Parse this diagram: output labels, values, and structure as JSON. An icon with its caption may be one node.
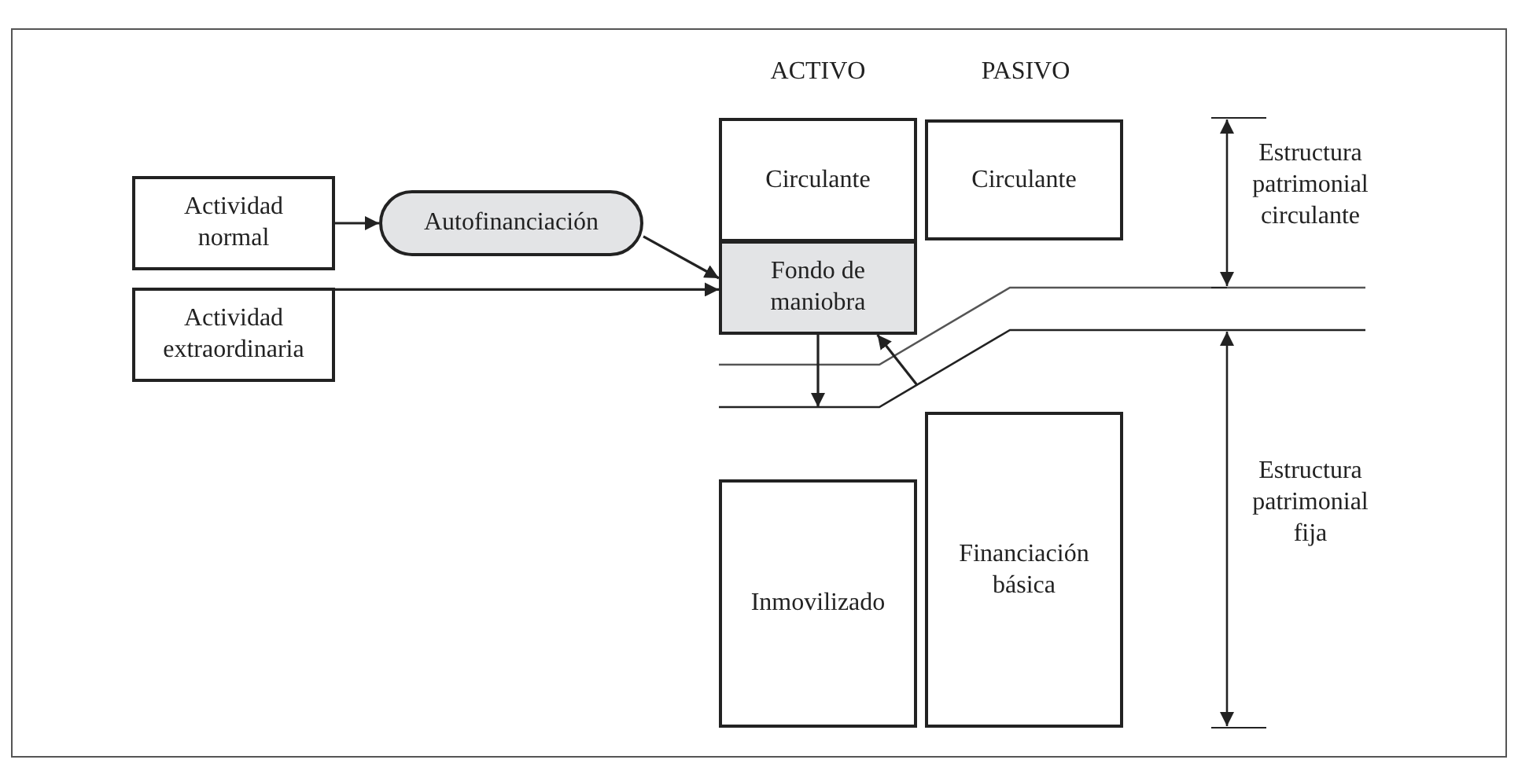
{
  "diagram": {
    "nodes": [
      {
        "text": [
          "Actividad normal"
        ]
      },
      {
        "text": [
          "Actividad extraordinaria"
        ]
      },
      {
        "text": [
          "Autofinanciación"
        ]
      },
      {
        "text": [
          "Circulante"
        ]
      },
      {
        "text": [
          "Fondo de maniobra"
        ]
      },
      {
        "text": [
          "Circulante"
        ]
      },
      {
        "text": [
          "Inmovilizado"
        ]
      },
      {
        "text": [
          "Financiación básica"
        ]
      }
    ],
    "edges": [
      {
        "from": 0,
        "to": 2,
        "arrow": "to"
      },
      {
        "from": 2,
        "to": 4,
        "arrow": "to"
      },
      {
        "from": 1,
        "to": 4,
        "arrow": "to"
      },
      {
        "from": 4,
        "to": null,
        "arrow": "to"
      },
      {
        "from": null,
        "to": 4,
        "arrow": "to"
      }
    ],
    "labels": [
      "ACTIVO",
      "PASIVO",
      "Estructura patrimonial circulante",
      "Estructura patrimonial fija"
    ]
  }
}
